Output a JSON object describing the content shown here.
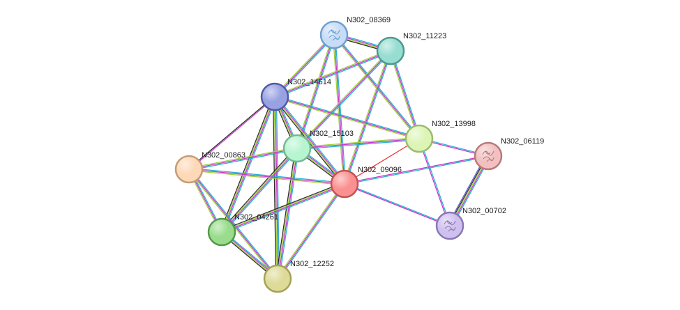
{
  "network": {
    "nodes": [
      {
        "id": "N302_08369",
        "label": "N302_08369",
        "fill": "#c6dcf7",
        "stroke": "#6f9fcf",
        "icon": "protein-structure-icon"
      },
      {
        "id": "N302_11223",
        "label": "N302_11223",
        "fill": "#97ddd2",
        "stroke": "#4c9a8f"
      },
      {
        "id": "N302_14614",
        "label": "N302_14614",
        "fill": "#98a1e2",
        "stroke": "#4f5aa8"
      },
      {
        "id": "N302_13998",
        "label": "N302_13998",
        "fill": "#dcf5b7",
        "stroke": "#9bbc6f"
      },
      {
        "id": "N302_06119",
        "label": "N302_06119",
        "fill": "#f2c0c0",
        "stroke": "#b97a7a",
        "icon": "protein-structure-icon"
      },
      {
        "id": "N302_15103",
        "label": "N302_15103",
        "fill": "#b7f5d1",
        "stroke": "#77b793"
      },
      {
        "id": "N302_00863",
        "label": "N302_00863",
        "fill": "#fdd9b7",
        "stroke": "#c49c78"
      },
      {
        "id": "N302_09096",
        "label": "N302_09096",
        "fill": "#fb9090",
        "stroke": "#c25454"
      },
      {
        "id": "N302_00702",
        "label": "N302_00702",
        "fill": "#cfc0ef",
        "stroke": "#8a78b6",
        "icon": "protein-structure-icon"
      },
      {
        "id": "N302_04261",
        "label": "N302_04261",
        "fill": "#98dc8c",
        "stroke": "#55994b"
      },
      {
        "id": "N302_12252",
        "label": "N302_12252",
        "fill": "#dddb97",
        "stroke": "#a4a25a"
      }
    ],
    "edges": [
      {
        "source": "N302_08369",
        "target": "N302_11223",
        "colors": [
          "#2ab0d8",
          "#c63bc8",
          "#a4cf3b",
          "#2f2f2f"
        ]
      },
      {
        "source": "N302_08369",
        "target": "N302_14614",
        "colors": [
          "#2ab0d8",
          "#c63bc8",
          "#a4cf3b"
        ]
      },
      {
        "source": "N302_08369",
        "target": "N302_13998",
        "colors": [
          "#2ab0d8",
          "#c63bc8",
          "#a4cf3b"
        ]
      },
      {
        "source": "N302_08369",
        "target": "N302_15103",
        "colors": [
          "#2ab0d8",
          "#c63bc8",
          "#a4cf3b"
        ]
      },
      {
        "source": "N302_08369",
        "target": "N302_09096",
        "colors": [
          "#2ab0d8",
          "#c63bc8",
          "#a4cf3b"
        ]
      },
      {
        "source": "N302_11223",
        "target": "N302_14614",
        "colors": [
          "#2ab0d8",
          "#c63bc8",
          "#a4cf3b"
        ]
      },
      {
        "source": "N302_11223",
        "target": "N302_13998",
        "colors": [
          "#2ab0d8",
          "#c63bc8",
          "#a4cf3b"
        ]
      },
      {
        "source": "N302_11223",
        "target": "N302_15103",
        "colors": [
          "#2ab0d8",
          "#c63bc8",
          "#a4cf3b"
        ]
      },
      {
        "source": "N302_11223",
        "target": "N302_09096",
        "colors": [
          "#2ab0d8",
          "#c63bc8",
          "#a4cf3b"
        ]
      },
      {
        "source": "N302_14614",
        "target": "N302_13998",
        "colors": [
          "#2ab0d8",
          "#c63bc8",
          "#a4cf3b"
        ]
      },
      {
        "source": "N302_14614",
        "target": "N302_15103",
        "colors": [
          "#2ab0d8",
          "#c63bc8",
          "#a4cf3b",
          "#2f2f2f"
        ]
      },
      {
        "source": "N302_14614",
        "target": "N302_00863",
        "colors": [
          "#c63bc8",
          "#2f2f2f"
        ]
      },
      {
        "source": "N302_14614",
        "target": "N302_09096",
        "colors": [
          "#2ab0d8",
          "#c63bc8",
          "#a4cf3b",
          "#2f2f2f"
        ]
      },
      {
        "source": "N302_14614",
        "target": "N302_04261",
        "colors": [
          "#2ab0d8",
          "#c63bc8",
          "#a4cf3b",
          "#2f2f2f"
        ]
      },
      {
        "source": "N302_14614",
        "target": "N302_12252",
        "colors": [
          "#2ab0d8",
          "#c63bc8",
          "#a4cf3b",
          "#2f2f2f"
        ]
      },
      {
        "source": "N302_13998",
        "target": "N302_15103",
        "colors": [
          "#2ab0d8",
          "#c63bc8",
          "#a4cf3b"
        ]
      },
      {
        "source": "N302_13998",
        "target": "N302_09096",
        "colors": [
          "#e8333a"
        ]
      },
      {
        "source": "N302_13998",
        "target": "N302_06119",
        "colors": [
          "#2ab0d8",
          "#c63bc8"
        ]
      },
      {
        "source": "N302_13998",
        "target": "N302_00702",
        "colors": [
          "#2ab0d8",
          "#c63bc8"
        ]
      },
      {
        "source": "N302_06119",
        "target": "N302_00702",
        "colors": [
          "#2ab0d8",
          "#c63bc8",
          "#a4cf3b",
          "#2f2f2f",
          "#5b61d8"
        ]
      },
      {
        "source": "N302_06119",
        "target": "N302_09096",
        "colors": [
          "#2ab0d8",
          "#c63bc8"
        ]
      },
      {
        "source": "N302_15103",
        "target": "N302_00863",
        "colors": [
          "#2ab0d8",
          "#c63bc8",
          "#a4cf3b"
        ]
      },
      {
        "source": "N302_15103",
        "target": "N302_09096",
        "colors": [
          "#2ab0d8",
          "#c63bc8",
          "#a4cf3b",
          "#2f2f2f"
        ]
      },
      {
        "source": "N302_15103",
        "target": "N302_04261",
        "colors": [
          "#2ab0d8",
          "#c63bc8",
          "#a4cf3b",
          "#2f2f2f"
        ]
      },
      {
        "source": "N302_15103",
        "target": "N302_12252",
        "colors": [
          "#2ab0d8",
          "#c63bc8",
          "#a4cf3b",
          "#2f2f2f"
        ]
      },
      {
        "source": "N302_00863",
        "target": "N302_09096",
        "colors": [
          "#2ab0d8",
          "#c63bc8",
          "#a4cf3b"
        ]
      },
      {
        "source": "N302_00863",
        "target": "N302_04261",
        "colors": [
          "#2ab0d8",
          "#c63bc8",
          "#a4cf3b"
        ]
      },
      {
        "source": "N302_00863",
        "target": "N302_12252",
        "colors": [
          "#2ab0d8",
          "#c63bc8",
          "#a4cf3b"
        ]
      },
      {
        "source": "N302_09096",
        "target": "N302_00702",
        "colors": [
          "#2ab0d8",
          "#c63bc8"
        ]
      },
      {
        "source": "N302_09096",
        "target": "N302_04261",
        "colors": [
          "#2ab0d8",
          "#c63bc8",
          "#a4cf3b",
          "#2f2f2f"
        ]
      },
      {
        "source": "N302_09096",
        "target": "N302_12252",
        "colors": [
          "#2ab0d8",
          "#c63bc8",
          "#a4cf3b"
        ]
      },
      {
        "source": "N302_04261",
        "target": "N302_12252",
        "colors": [
          "#2ab0d8",
          "#c63bc8",
          "#a4cf3b",
          "#2f2f2f"
        ]
      }
    ]
  }
}
